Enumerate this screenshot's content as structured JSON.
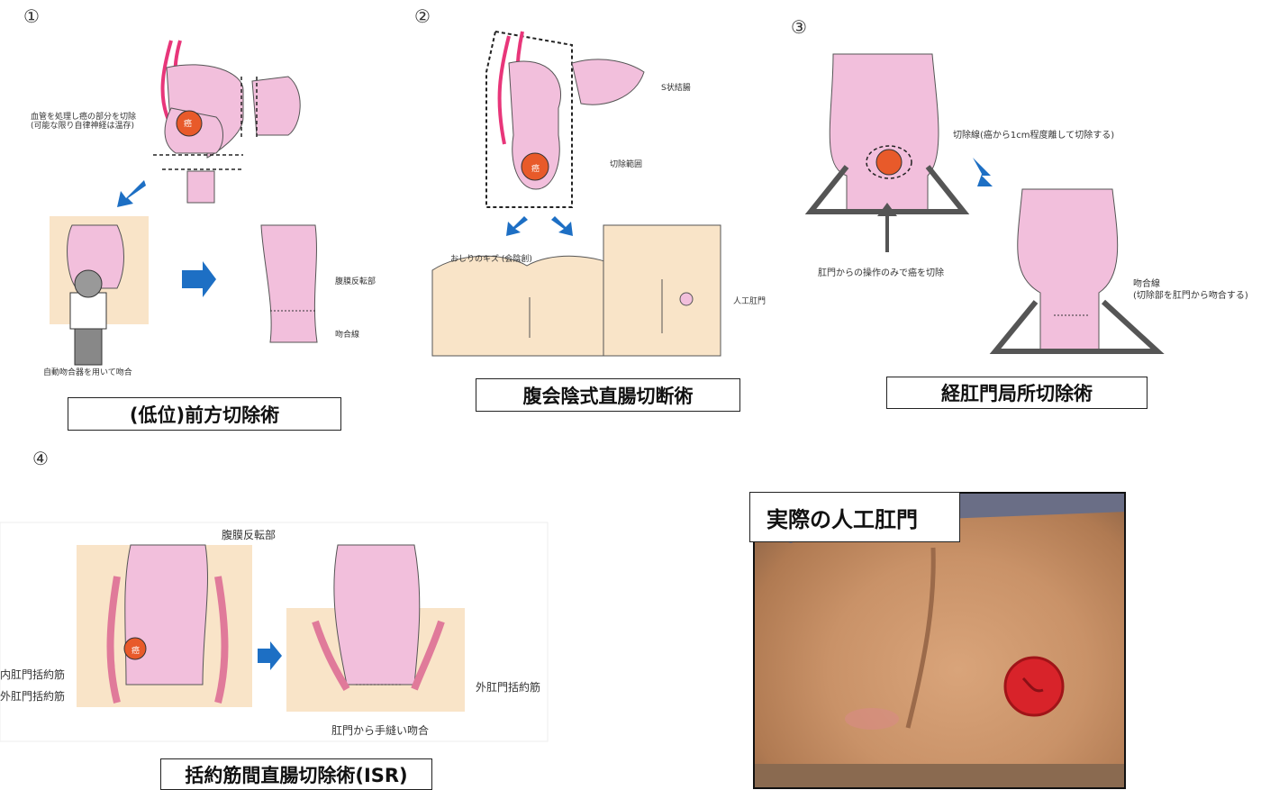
{
  "panels": {
    "p1": {
      "number": "①",
      "title": "(低位)前方切除術",
      "labels": {
        "vessel": "血管を処理し癌の部分を切除",
        "vessel_sub": "(可能な限り自律神経は温存)",
        "peritoneal": "腹膜反転部",
        "anastomosis": "吻合線",
        "stapler": "自動吻合器を用いて吻合",
        "cancer": "癌"
      }
    },
    "p2": {
      "number": "②",
      "title": "腹会陰式直腸切断術",
      "labels": {
        "sigmoid": "S状結腸",
        "range": "切除範囲",
        "wound": "おしりのキズ (会陰創)",
        "stoma": "人工肛門",
        "cancer": "癌"
      }
    },
    "p3": {
      "number": "③",
      "title": "経肛門局所切除術",
      "labels": {
        "cutline": "切除線(癌から1cm程度離して切除する)",
        "anal_op": "肛門からの操作のみで癌を切除",
        "anast": "吻合線",
        "anast_sub": "(切除部を肛門から吻合する)"
      }
    },
    "p4": {
      "number": "④",
      "title": "括約筋間直腸切除術(ISR)",
      "labels": {
        "peritoneal": "腹膜反転部",
        "internal": "内肛門括約筋",
        "external_left": "外肛門括約筋",
        "external_right": "外肛門括約筋",
        "handsewn": "肛門から手縫い吻合",
        "cancer": "癌"
      }
    },
    "photo": {
      "title": "実際の人工肛門"
    }
  },
  "colors": {
    "organ_pink": "#f2bfdc",
    "organ_outline": "#555555",
    "vessel": "#e8367a",
    "tumor": "#e85a2a",
    "arrow_blue": "#1d6fc4",
    "skin": "#f9e4c8",
    "stoma_red": "#d8232a"
  }
}
